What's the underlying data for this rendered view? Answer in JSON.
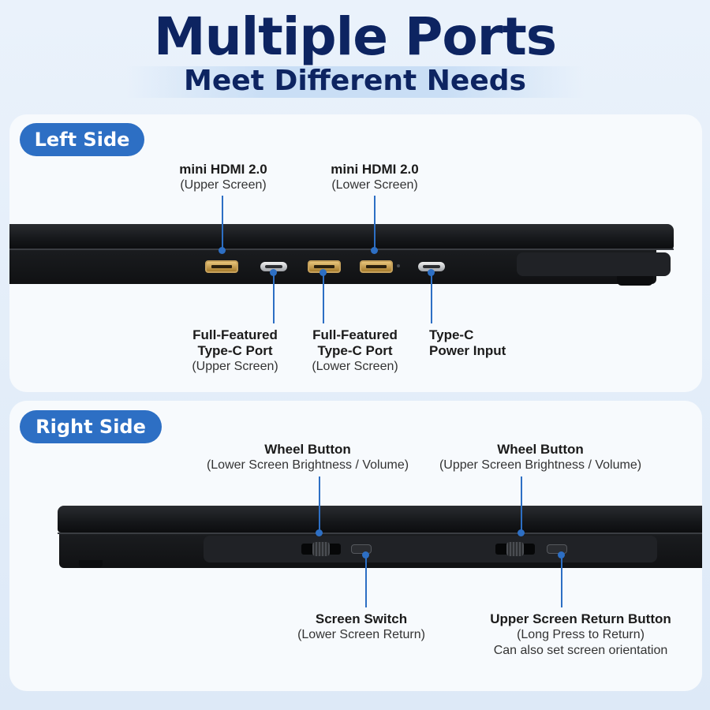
{
  "header": {
    "title": "Multiple Ports",
    "subtitle": "Meet Different Needs"
  },
  "left_side": {
    "heading": "Left Side",
    "top_labels": [
      {
        "name": "mini HDMI 2.0",
        "note": "(Upper Screen)"
      },
      {
        "name": "mini HDMI 2.0",
        "note": "(Lower Screen)"
      }
    ],
    "bottom_labels": [
      {
        "line1": "Full-Featured",
        "line2": "Type-C Port",
        "note": "(Upper Screen)"
      },
      {
        "line1": "Full-Featured",
        "line2": "Type-C Port",
        "note": "(Lower Screen)"
      },
      {
        "line1": "Type-C",
        "line2": "Power Input"
      }
    ]
  },
  "right_side": {
    "heading": "Right Side",
    "top_labels": [
      {
        "name": "Wheel Button",
        "note": "(Lower Screen Brightness / Volume)"
      },
      {
        "name": "Wheel Button",
        "note": "(Upper Screen Brightness / Volume)"
      }
    ],
    "bottom_labels": [
      {
        "name": "Screen Switch",
        "note": "(Lower Screen Return)"
      },
      {
        "name": "Upper Screen Return Button",
        "note": "(Long Press to Return)",
        "note2": "Can also set screen orientation"
      }
    ]
  },
  "colors": {
    "title": "#0d2461",
    "accent": "#2d6fc4",
    "panel": "#f7fafd",
    "background": "#e4eef9"
  }
}
